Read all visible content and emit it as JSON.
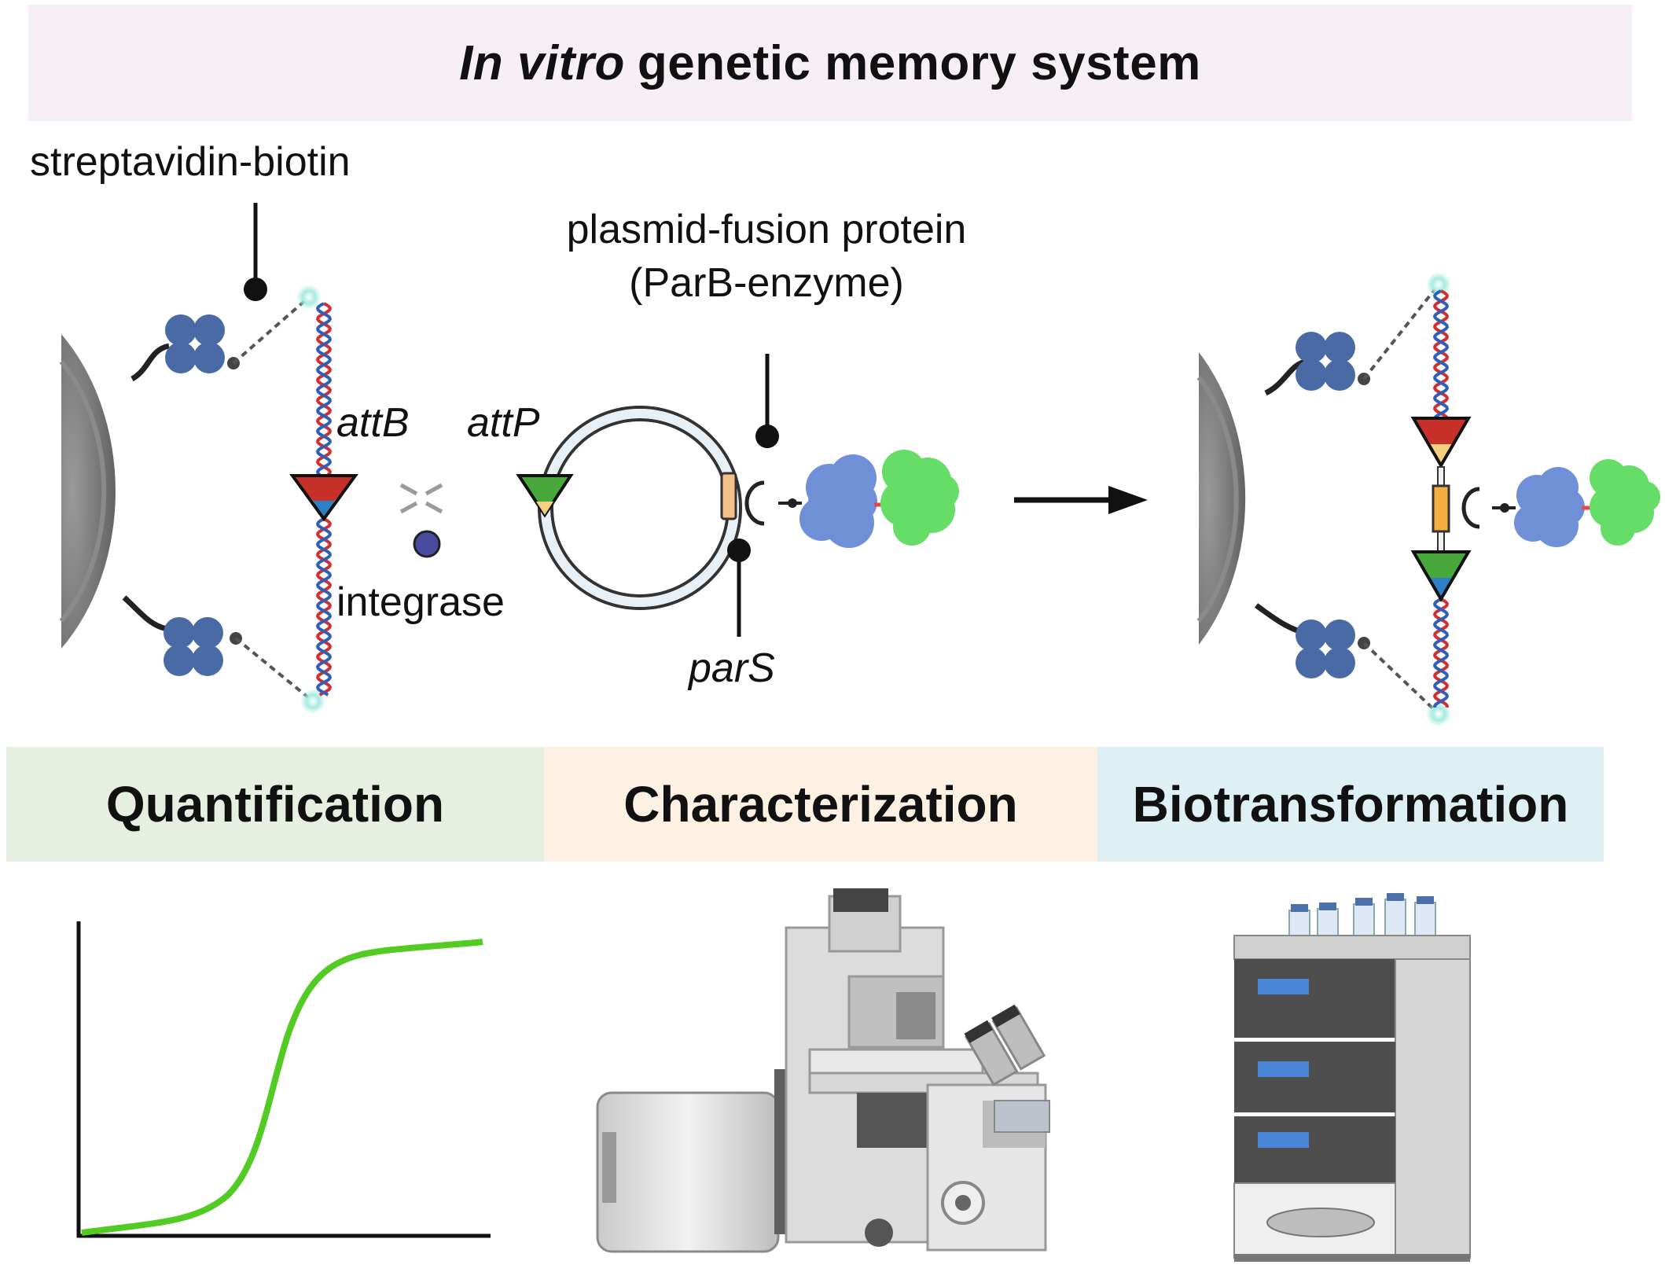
{
  "title": {
    "italic": "In vitro",
    "rest": "genetic memory system"
  },
  "labels": {
    "streptavidin": "streptavidin-biotin",
    "plasmid_line1": "plasmid-fusion protein",
    "plasmid_line2": "(ParB-enzyme)",
    "attB": "attB",
    "attP": "attP",
    "integrase": "integrase",
    "parS": "parS"
  },
  "sections": [
    {
      "label": "Quantification",
      "color": "#e6efe2"
    },
    {
      "label": "Characterization",
      "color": "#fdf1e4"
    },
    {
      "label": "Biotransformation",
      "color": "#dff0f5"
    }
  ],
  "colors": {
    "bead": "#6f6f6f",
    "streptavidin": "#4a6aa6",
    "dna_red": "#d23030",
    "dna_blue": "#2f5fb8",
    "att_red": "#c8302a",
    "att_green": "#48a83c",
    "att_blue": "#2f7fc8",
    "att_yellow": "#f2d080",
    "parb": "#6f8fd6",
    "enzyme": "#66dd66",
    "curve": "#52cc22",
    "integrase": "#4a4aa0"
  },
  "icons": [
    "bead",
    "streptavidin-tetramer",
    "dna-helix",
    "plasmid",
    "parb-enzyme-fusion",
    "integrase",
    "arrow-right",
    "sigmoid-plot",
    "microscope",
    "hplc"
  ]
}
